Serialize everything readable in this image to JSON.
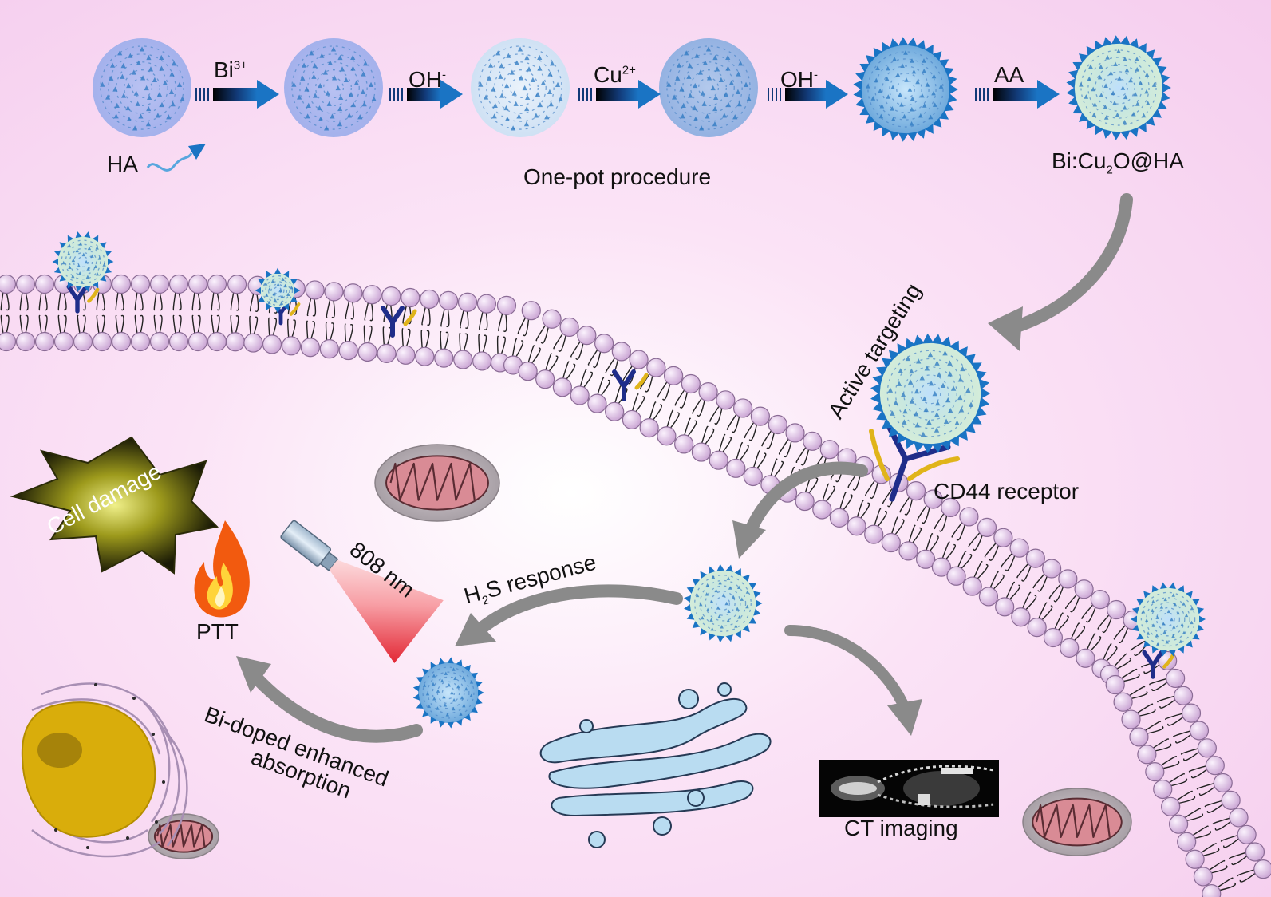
{
  "steps": {
    "reagents": [
      {
        "base": "Bi",
        "sup": "3+"
      },
      {
        "base": "OH",
        "sup": "-"
      },
      {
        "base": "Cu",
        "sup": "2+"
      },
      {
        "base": "OH",
        "sup": "-"
      },
      {
        "base": "AA",
        "sup": ""
      }
    ],
    "ha_label": "HA",
    "procedure_label": "One-pot procedure",
    "product_label": {
      "pre": "Bi:Cu",
      "sub": "2",
      "post": "O@HA"
    }
  },
  "labels": {
    "active_targeting": "Active targeting",
    "cd44_receptor": "CD44 receptor",
    "cell_damage": "Cell damage",
    "laser_wavelength": "808 nm",
    "ptt": "PTT",
    "h2s_response": {
      "pre": "H",
      "sub": "2",
      "post": "S response"
    },
    "enhanced_absorption_line1": "Bi-doped enhanced",
    "enhanced_absorption_line2": "absorption",
    "ct_imaging": "CT imaging"
  },
  "colors": {
    "arrow_blue": "#1a74c4",
    "lipid_head": "#d9b8e0",
    "receptor_blue": "#1f2d8a",
    "receptor_yellow": "#e0b41a",
    "flame": "#f25a0f",
    "nucleus": "#d9ad0b",
    "golgi": "#b9dcf1",
    "mitochondria": "#d98b95",
    "laser": "#e11d2a"
  }
}
